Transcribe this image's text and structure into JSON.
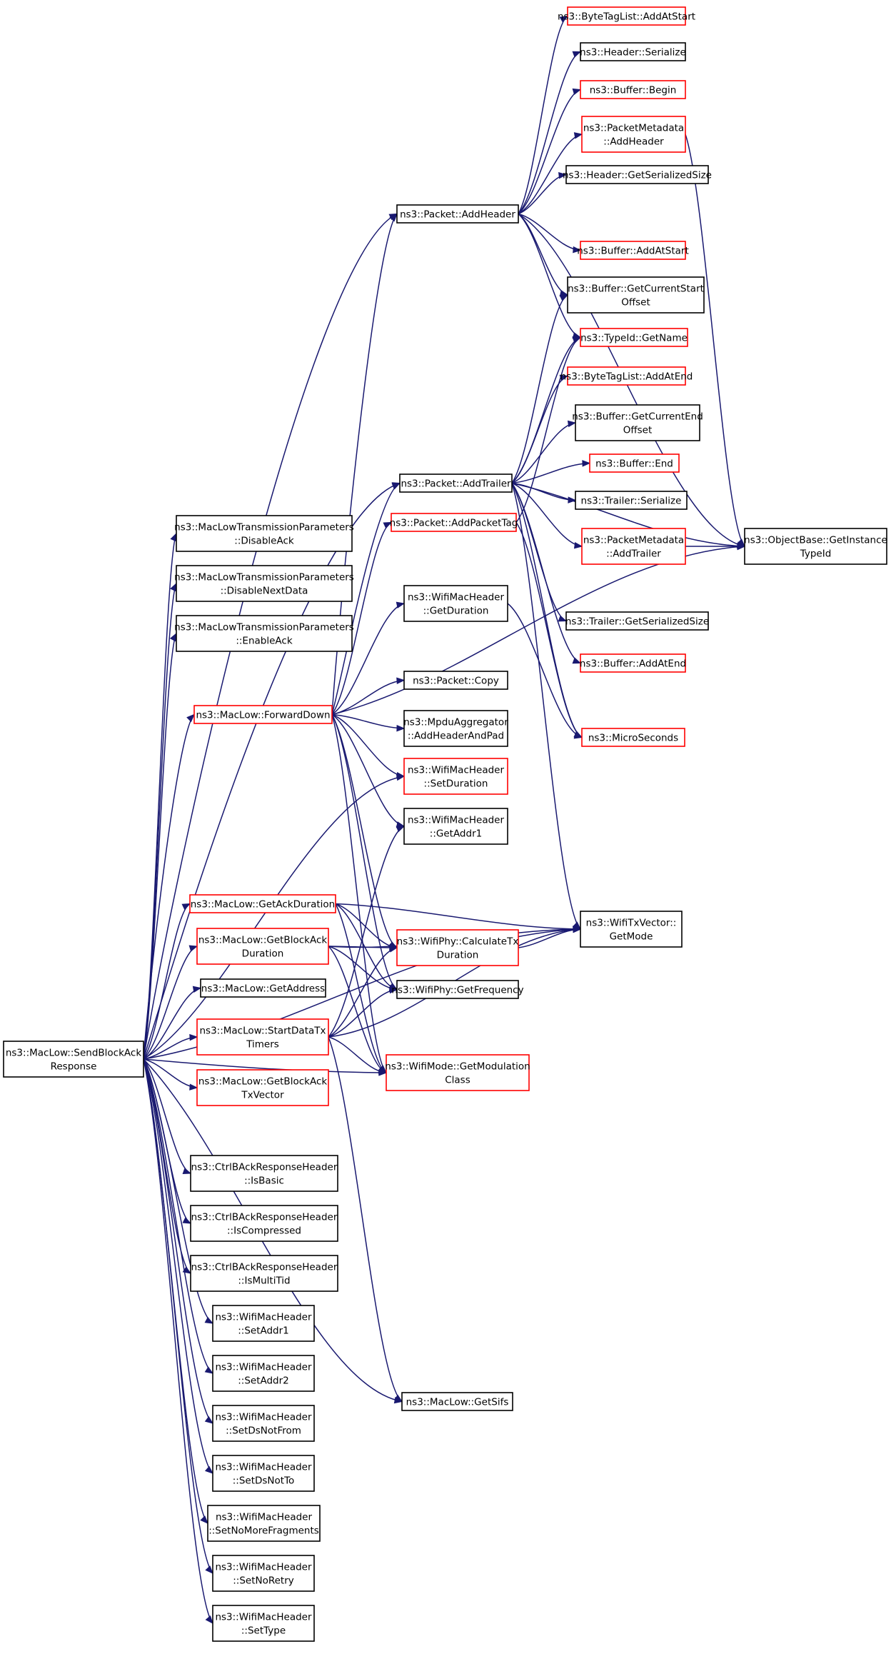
{
  "colors": {
    "edge": "#191970",
    "node_border_default": "#000000",
    "node_border_incomplete": "#ff0000",
    "root_fill": "#bfbfbf",
    "node_fill": "#ffffff",
    "background": "#ffffff"
  },
  "nodes": {
    "n0": {
      "lines": [
        "ns3::MacLow::SendBlockAck",
        "Response"
      ],
      "style": "root"
    },
    "n1": {
      "lines": [
        "ns3::Packet::AddHeader"
      ],
      "style": "black"
    },
    "n2": {
      "lines": [
        "ns3::Packet::AddTrailer"
      ],
      "style": "black"
    },
    "n3": {
      "lines": [
        "ns3::MacLowTransmissionParameters",
        "::DisableAck"
      ],
      "style": "black"
    },
    "n4": {
      "lines": [
        "ns3::MacLowTransmissionParameters",
        "::DisableNextData"
      ],
      "style": "black"
    },
    "n5": {
      "lines": [
        "ns3::MacLowTransmissionParameters",
        "::EnableAck"
      ],
      "style": "black"
    },
    "n6": {
      "lines": [
        "ns3::MacLow::ForwardDown"
      ],
      "style": "red"
    },
    "n7": {
      "lines": [
        "ns3::MacLow::GetAckDuration"
      ],
      "style": "red"
    },
    "n8": {
      "lines": [
        "ns3::MacLow::GetBlockAck",
        "Duration"
      ],
      "style": "red"
    },
    "n9": {
      "lines": [
        "ns3::MacLow::GetAddress"
      ],
      "style": "black"
    },
    "n10": {
      "lines": [
        "ns3::MacLow::StartDataTx",
        "Timers"
      ],
      "style": "red"
    },
    "n11": {
      "lines": [
        "ns3::MacLow::GetBlockAck",
        "TxVector"
      ],
      "style": "red"
    },
    "n12": {
      "lines": [
        "ns3::CtrlBAckResponseHeader",
        "::IsBasic"
      ],
      "style": "black"
    },
    "n13": {
      "lines": [
        "ns3::CtrlBAckResponseHeader",
        "::IsCompressed"
      ],
      "style": "black"
    },
    "n14": {
      "lines": [
        "ns3::CtrlBAckResponseHeader",
        "::IsMultiTid"
      ],
      "style": "black"
    },
    "n15": {
      "lines": [
        "ns3::WifiMacHeader",
        "::SetAddr1"
      ],
      "style": "black"
    },
    "n16": {
      "lines": [
        "ns3::WifiMacHeader",
        "::SetAddr2"
      ],
      "style": "black"
    },
    "n17": {
      "lines": [
        "ns3::WifiMacHeader",
        "::SetDsNotFrom"
      ],
      "style": "black"
    },
    "n18": {
      "lines": [
        "ns3::WifiMacHeader",
        "::SetDsNotTo"
      ],
      "style": "black"
    },
    "n19": {
      "lines": [
        "ns3::WifiMacHeader",
        "::SetNoMoreFragments"
      ],
      "style": "black"
    },
    "n20": {
      "lines": [
        "ns3::WifiMacHeader",
        "::SetNoRetry"
      ],
      "style": "black"
    },
    "n21": {
      "lines": [
        "ns3::WifiMacHeader",
        "::SetType"
      ],
      "style": "black"
    },
    "n22": {
      "lines": [
        "ns3::Packet::AddPacketTag"
      ],
      "style": "red"
    },
    "n23": {
      "lines": [
        "ns3::WifiMacHeader",
        "::GetDuration"
      ],
      "style": "black"
    },
    "n24": {
      "lines": [
        "ns3::Packet::Copy"
      ],
      "style": "black"
    },
    "n25": {
      "lines": [
        "ns3::MpduAggregator",
        "::AddHeaderAndPad"
      ],
      "style": "black"
    },
    "n26": {
      "lines": [
        "ns3::WifiMacHeader",
        "::SetDuration"
      ],
      "style": "red"
    },
    "n27": {
      "lines": [
        "ns3::WifiMacHeader",
        "::GetAddr1"
      ],
      "style": "black"
    },
    "n28": {
      "lines": [
        "ns3::WifiPhy::CalculateTx",
        "Duration"
      ],
      "style": "red"
    },
    "n29": {
      "lines": [
        "ns3::WifiPhy::GetFrequency"
      ],
      "style": "black"
    },
    "n30": {
      "lines": [
        "ns3::WifiMode::GetModulation",
        "Class"
      ],
      "style": "red"
    },
    "n31": {
      "lines": [
        "ns3::MacLow::GetSifs"
      ],
      "style": "black"
    },
    "n32": {
      "lines": [
        "ns3::ByteTagList::AddAtStart"
      ],
      "style": "red"
    },
    "n33": {
      "lines": [
        "ns3::Header::Serialize"
      ],
      "style": "black"
    },
    "n34": {
      "lines": [
        "ns3::Buffer::Begin"
      ],
      "style": "red"
    },
    "n35": {
      "lines": [
        "ns3::PacketMetadata",
        "::AddHeader"
      ],
      "style": "red"
    },
    "n36": {
      "lines": [
        "ns3::Header::GetSerializedSize"
      ],
      "style": "black"
    },
    "n37": {
      "lines": [
        "ns3::Buffer::AddAtStart"
      ],
      "style": "red"
    },
    "n38": {
      "lines": [
        "ns3::Buffer::GetCurrentStart",
        "Offset"
      ],
      "style": "black"
    },
    "n39": {
      "lines": [
        "ns3::TypeId::GetName"
      ],
      "style": "red"
    },
    "n40": {
      "lines": [
        "ns3::ByteTagList::AddAtEnd"
      ],
      "style": "red"
    },
    "n41": {
      "lines": [
        "ns3::Buffer::GetCurrentEnd",
        "Offset"
      ],
      "style": "black"
    },
    "n42": {
      "lines": [
        "ns3::Buffer::End"
      ],
      "style": "red"
    },
    "n43": {
      "lines": [
        "ns3::Trailer::Serialize"
      ],
      "style": "black"
    },
    "n44": {
      "lines": [
        "ns3::PacketMetadata",
        "::AddTrailer"
      ],
      "style": "red"
    },
    "n45": {
      "lines": [
        "ns3::Trailer::GetSerializedSize"
      ],
      "style": "black"
    },
    "n46": {
      "lines": [
        "ns3::Buffer::AddAtEnd"
      ],
      "style": "red"
    },
    "n47": {
      "lines": [
        "ns3::MicroSeconds"
      ],
      "style": "red"
    },
    "n48": {
      "lines": [
        "ns3::ObjectBase::GetInstance",
        "TypeId"
      ],
      "style": "black"
    },
    "n49": {
      "lines": [
        "ns3::WifiTxVector::",
        "GetMode"
      ],
      "style": "black"
    }
  },
  "edges": [
    [
      "n0",
      "n1"
    ],
    [
      "n0",
      "n2"
    ],
    [
      "n0",
      "n3"
    ],
    [
      "n0",
      "n4"
    ],
    [
      "n0",
      "n5"
    ],
    [
      "n0",
      "n6"
    ],
    [
      "n0",
      "n26"
    ],
    [
      "n0",
      "n49"
    ],
    [
      "n0",
      "n7"
    ],
    [
      "n0",
      "n8"
    ],
    [
      "n0",
      "n9"
    ],
    [
      "n0",
      "n10"
    ],
    [
      "n0",
      "n11"
    ],
    [
      "n0",
      "n30"
    ],
    [
      "n0",
      "n12"
    ],
    [
      "n0",
      "n13"
    ],
    [
      "n0",
      "n14"
    ],
    [
      "n0",
      "n15"
    ],
    [
      "n0",
      "n16"
    ],
    [
      "n0",
      "n17"
    ],
    [
      "n0",
      "n18"
    ],
    [
      "n0",
      "n19"
    ],
    [
      "n0",
      "n20"
    ],
    [
      "n0",
      "n21"
    ],
    [
      "n0",
      "n31"
    ],
    [
      "n1",
      "n32"
    ],
    [
      "n1",
      "n33"
    ],
    [
      "n1",
      "n34"
    ],
    [
      "n1",
      "n35"
    ],
    [
      "n1",
      "n36"
    ],
    [
      "n1",
      "n37"
    ],
    [
      "n1",
      "n38"
    ],
    [
      "n1",
      "n39"
    ],
    [
      "n1",
      "n48"
    ],
    [
      "n35",
      "n48"
    ],
    [
      "n2",
      "n39"
    ],
    [
      "n2",
      "n38"
    ],
    [
      "n2",
      "n40"
    ],
    [
      "n2",
      "n41"
    ],
    [
      "n2",
      "n42"
    ],
    [
      "n2",
      "n43"
    ],
    [
      "n2",
      "n44"
    ],
    [
      "n2",
      "n48"
    ],
    [
      "n2",
      "n45"
    ],
    [
      "n2",
      "n46"
    ],
    [
      "n44",
      "n48"
    ],
    [
      "n6",
      "n1"
    ],
    [
      "n6",
      "n2"
    ],
    [
      "n6",
      "n22"
    ],
    [
      "n6",
      "n23"
    ],
    [
      "n6",
      "n24"
    ],
    [
      "n6",
      "n25"
    ],
    [
      "n6",
      "n26"
    ],
    [
      "n6",
      "n27"
    ],
    [
      "n6",
      "n28"
    ],
    [
      "n6",
      "n29"
    ],
    [
      "n6",
      "n48"
    ],
    [
      "n6",
      "n30"
    ],
    [
      "n22",
      "n39"
    ],
    [
      "n22",
      "n47"
    ],
    [
      "n23",
      "n47"
    ],
    [
      "n7",
      "n28"
    ],
    [
      "n7",
      "n49"
    ],
    [
      "n7",
      "n29"
    ],
    [
      "n7",
      "n30"
    ],
    [
      "n8",
      "n28"
    ],
    [
      "n8",
      "n29"
    ],
    [
      "n8",
      "n30"
    ],
    [
      "n8",
      "n49"
    ],
    [
      "n10",
      "n27"
    ],
    [
      "n10",
      "n28"
    ],
    [
      "n10",
      "n29"
    ],
    [
      "n10",
      "n30"
    ],
    [
      "n10",
      "n49"
    ],
    [
      "n10",
      "n31"
    ],
    [
      "n28",
      "n49"
    ],
    [
      "n2",
      "n47"
    ],
    [
      "n2",
      "n49"
    ]
  ]
}
